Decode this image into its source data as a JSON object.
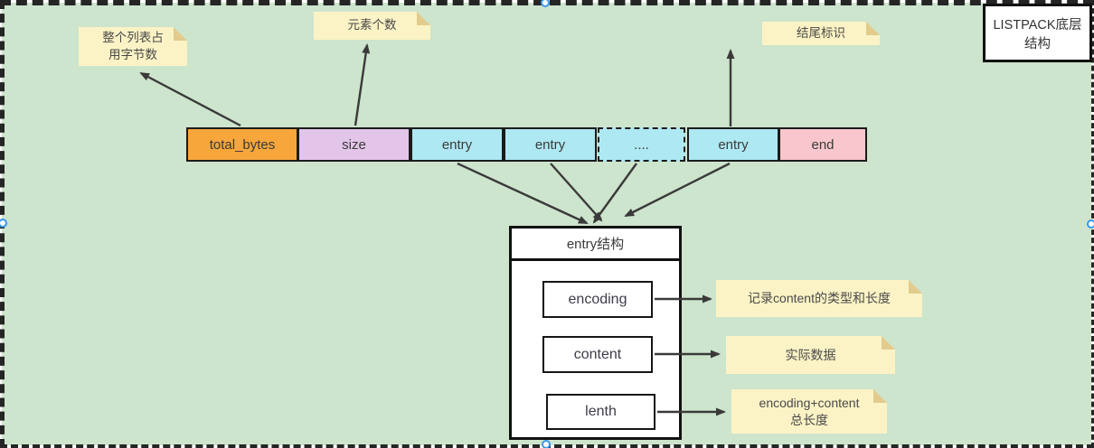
{
  "frame": {
    "title": "LISTPACK底层结构"
  },
  "listpack_row": {
    "cells": [
      {
        "label": "total_bytes",
        "fill": "#f6a63b"
      },
      {
        "label": "size",
        "fill": "#e3c5e9"
      },
      {
        "label": "entry",
        "fill": "#aee8f2"
      },
      {
        "label": "entry",
        "fill": "#aee8f2"
      },
      {
        "label": "....",
        "fill": "#aee8f2",
        "border": "dashed"
      },
      {
        "label": "entry",
        "fill": "#aee8f2"
      },
      {
        "label": "end",
        "fill": "#f8c6cc"
      }
    ]
  },
  "notes": [
    {
      "id": "note-total-bytes",
      "text": "整个列表占\n用字节数"
    },
    {
      "id": "note-size",
      "text": "元素个数"
    },
    {
      "id": "note-end",
      "text": "结尾标识"
    },
    {
      "id": "note-encoding",
      "text": "记录content的类型和长度"
    },
    {
      "id": "note-content",
      "text": "实际数据"
    },
    {
      "id": "note-length",
      "text": "encoding+content\n总长度"
    }
  ],
  "entry_struct": {
    "title": "entry结构",
    "fields": [
      {
        "label": "encoding"
      },
      {
        "label": "content"
      },
      {
        "label": "lenth"
      }
    ]
  },
  "colors": {
    "canvas_background": "#cde4cd",
    "note_fill": "#fbf3c5",
    "note_fold": "#e2cb8d",
    "cell_total_bytes": "#f6a63b",
    "cell_size": "#e3c5e9",
    "cell_entry": "#aee8f2",
    "cell_end": "#f8c6cc",
    "shape_border": "#1b1b1b",
    "arrow": "#3a3a3a",
    "selection_handle": "#3c97e8"
  }
}
